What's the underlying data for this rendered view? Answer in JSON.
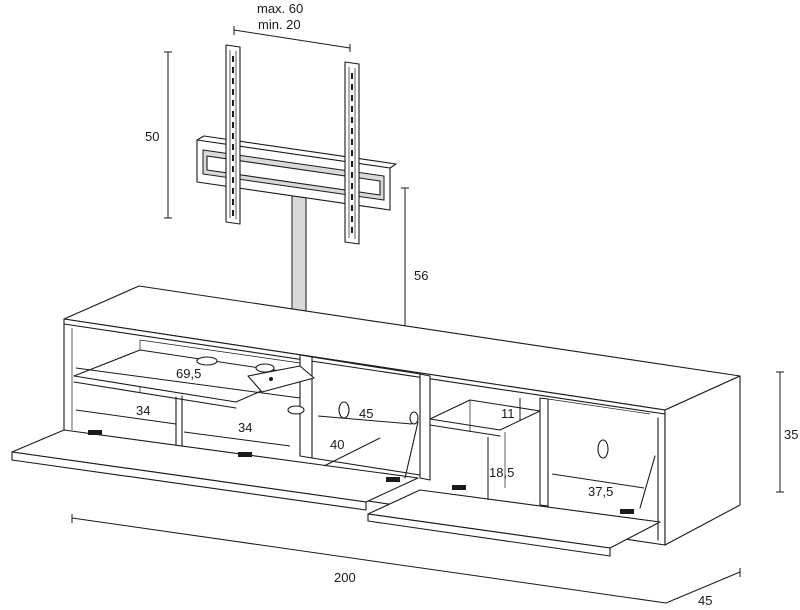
{
  "labels": {
    "max_width": "max. 60",
    "min_width": "min. 20",
    "bracket_height": "50",
    "pole_height": "56",
    "shelf_width": "69,5",
    "compartment_left": "34",
    "compartment_mid": "34",
    "compartment_depth": "45",
    "inner_depth": "40",
    "shelf_height": "11",
    "right_height": "18,5",
    "right_width": "37,5",
    "cabinet_height": "35",
    "total_width": "200",
    "total_depth": "45"
  }
}
